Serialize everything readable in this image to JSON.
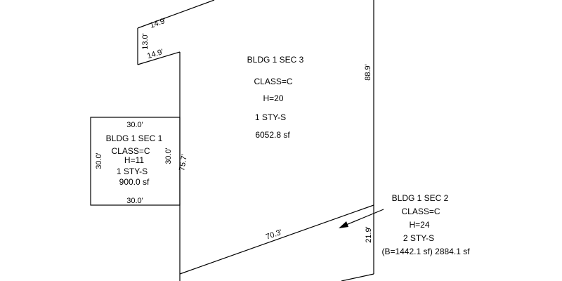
{
  "sections": {
    "sec1": {
      "title": "BLDG 1 SEC 1",
      "class": "CLASS=C",
      "height": "H=11",
      "stories": "1 STY-S",
      "area": "900.0 sf"
    },
    "sec2": {
      "title": "BLDG 1 SEC 2",
      "class": "CLASS=C",
      "height": "H=24",
      "stories": "2 STY-S",
      "area": "(B=1442.1 sf) 2884.1 sf"
    },
    "sec3": {
      "title": "BLDG 1 SEC 3",
      "class": "CLASS=C",
      "height": "H=20",
      "stories": "1 STY-S",
      "area": "6052.8 sf"
    }
  },
  "dimensions": {
    "notch_top": "14.9'",
    "notch_side": "13.0'",
    "notch_bottom": "14.9'",
    "sec3_right": "88.9'",
    "sec1_top": "30.0'",
    "sec1_bottom": "30.0'",
    "sec1_left": "30.0'",
    "sec1_right": "30.0'",
    "sec3_left": "75.7'",
    "sec2_side": "21.9'",
    "diagonal": "70.3'"
  }
}
